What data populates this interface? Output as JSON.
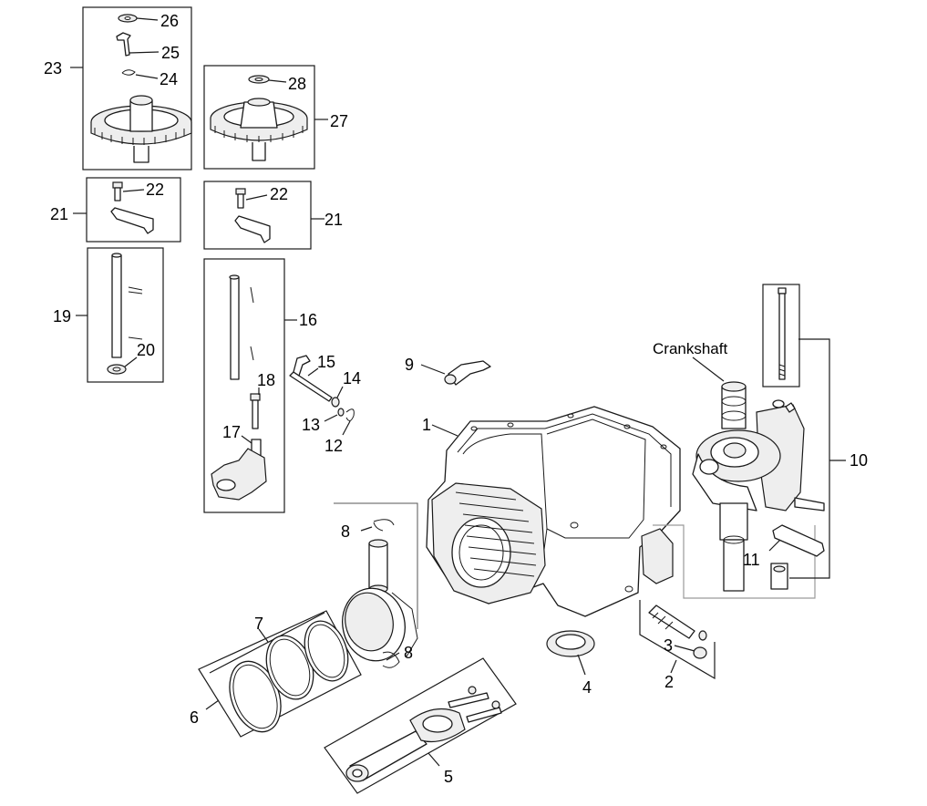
{
  "labels": {
    "l1": "1",
    "l2": "2",
    "l3": "3",
    "l4": "4",
    "l5": "5",
    "l6": "6",
    "l7": "7",
    "l8a": "8",
    "l8b": "8",
    "l9": "9",
    "l10": "10",
    "l11": "11",
    "l12": "12",
    "l13": "13",
    "l14": "14",
    "l15": "15",
    "l16": "16",
    "l17": "17",
    "l18": "18",
    "l19": "19",
    "l20": "20",
    "l21a": "21",
    "l21b": "21",
    "l22a": "22",
    "l22b": "22",
    "l23": "23",
    "l24": "24",
    "l25": "25",
    "l26": "26",
    "l27": "27",
    "l28": "28",
    "crankshaft": "Crankshaft"
  },
  "colors": {
    "line": "#1a1a1a",
    "background": "#ffffff",
    "group_outline": "#9a9a9a"
  }
}
